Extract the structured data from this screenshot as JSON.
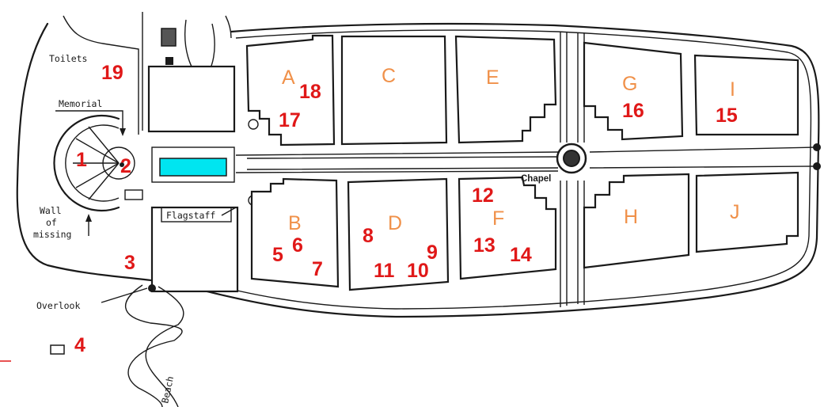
{
  "sections": [
    {
      "id": "A",
      "label": "A"
    },
    {
      "id": "B",
      "label": "B"
    },
    {
      "id": "C",
      "label": "C"
    },
    {
      "id": "D",
      "label": "D"
    },
    {
      "id": "E",
      "label": "E"
    },
    {
      "id": "F",
      "label": "F"
    },
    {
      "id": "G",
      "label": "G"
    },
    {
      "id": "H",
      "label": "H"
    },
    {
      "id": "I",
      "label": "I"
    },
    {
      "id": "J",
      "label": "J"
    }
  ],
  "markers": [
    "1",
    "2",
    "3",
    "4",
    "5",
    "6",
    "7",
    "8",
    "9",
    "10",
    "11",
    "12",
    "13",
    "14",
    "15",
    "16",
    "17",
    "18",
    "19"
  ],
  "labels": {
    "toilets": "Toilets",
    "memorial": "Memorial",
    "wall_1": "Wall",
    "wall_2": "of",
    "wall_3": "missing",
    "flagstaff": "Flagstaff",
    "overlook": "Overlook",
    "chapel": "Chapel",
    "beach": "Beach"
  },
  "colors": {
    "section": "#f0914a",
    "marker": "#e01818",
    "pool": "#00e5f0"
  }
}
